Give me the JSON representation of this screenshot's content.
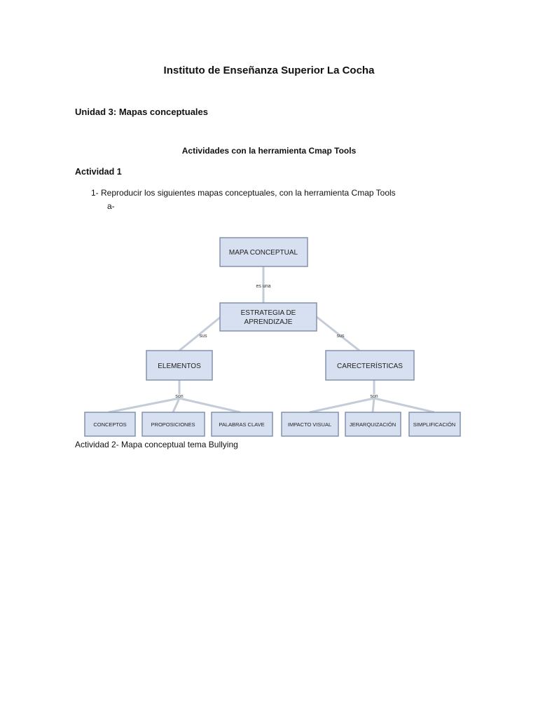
{
  "document": {
    "title": "Instituto de Enseñanza Superior La Cocha",
    "unit": "Unidad 3: Mapas conceptuales",
    "subtitle": "Actividades con la herramienta Cmap Tools",
    "activity1": {
      "heading": "Actividad 1",
      "item1": "1- Reproducir los siguientes mapas conceptuales, con la herramienta Cmap Tools",
      "sub_a": "a-"
    },
    "activity2": "Actividad 2- Mapa conceptual tema Bullying"
  },
  "concept_map": {
    "root": "MAPA CONCEPTUAL",
    "link_root": "es una",
    "strategy_line1": "ESTRATEGIA DE",
    "strategy_line2": "APRENDIZAJE",
    "link_left": "sus",
    "link_right": "sus",
    "elements": "ELEMENTOS",
    "characteristics": "CARECTERÍSTICAS",
    "link_elements": "son",
    "link_characteristics": "son",
    "element_items": [
      "CONCEPTOS",
      "PROPOSICIONES",
      "PALABRAS CLAVE"
    ],
    "characteristic_items": [
      "IMPACTO VISUAL",
      "JERARQUIZACIÓN",
      "SIMPLIFICACIÓN"
    ]
  }
}
